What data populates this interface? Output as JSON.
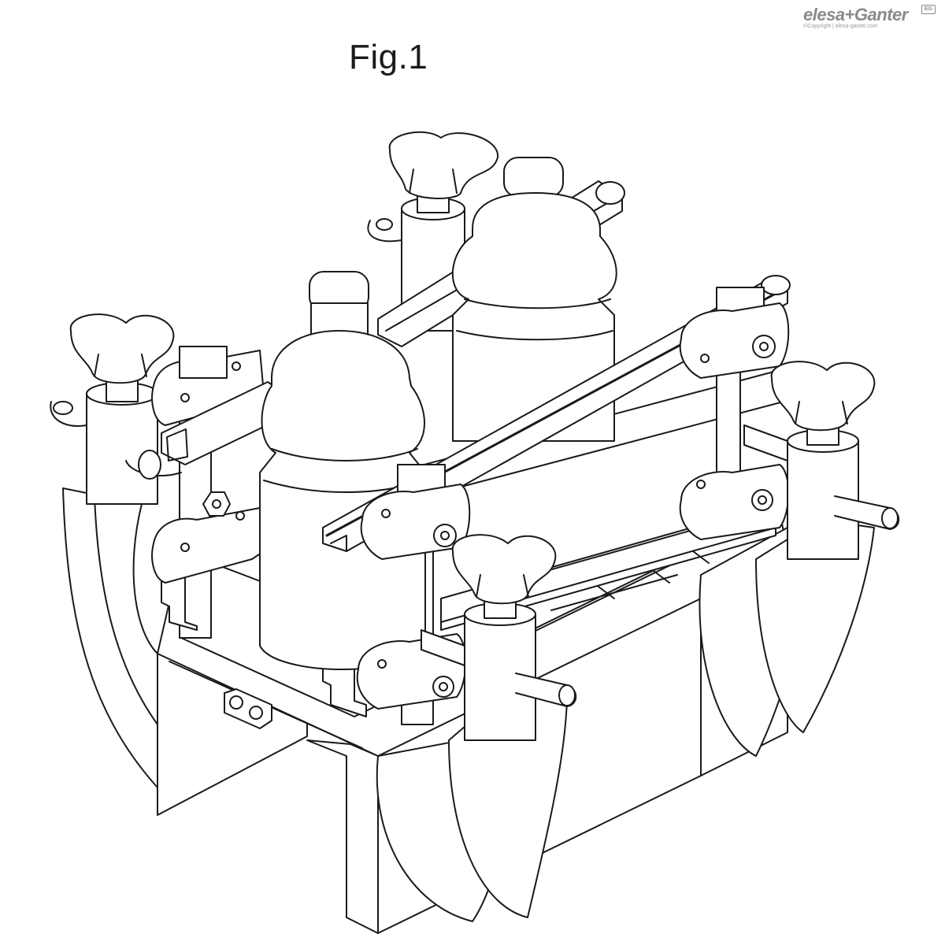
{
  "figure": {
    "title": "Fig.1"
  },
  "brand": {
    "name": "elesa+Ganter",
    "copyright": "©Copyright | elesa-ganter.com",
    "badge": "EG"
  },
  "colors": {
    "line": "#1a1a1a",
    "background": "#ffffff",
    "brand": "#8a8a8a"
  }
}
